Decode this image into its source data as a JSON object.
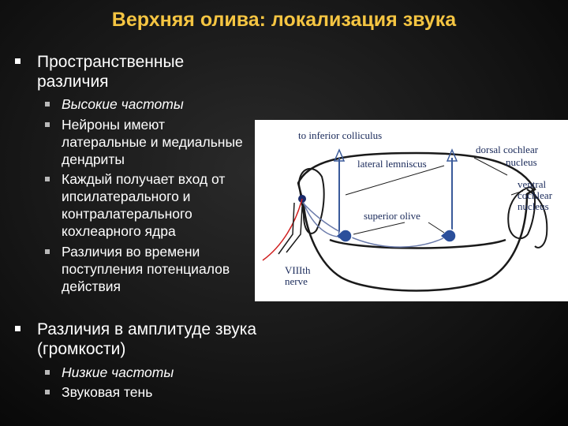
{
  "title": "Верхняя олива: локализация звука",
  "bullets": [
    {
      "text": "Пространственные различия",
      "subitems": [
        "Высокие частоты",
        "Нейроны имеют латеральные и медиальные дендриты",
        "Каждый получает вход от ипсилатерального и контралатерального кохлеарного ядра",
        "Различия во времени поступления потенциалов действия"
      ]
    },
    {
      "text": "Различия в амплитуде звука (громкости)",
      "subitems": [
        "Низкие частоты",
        "Звуковая тень"
      ]
    }
  ],
  "diagram": {
    "labels": {
      "inferior_colliculus": "to inferior colliculus",
      "lateral_lemniscus": "lateral lemniscus",
      "superior_olive": "superior olive",
      "dorsal_cochlear_1": "dorsal cochlear",
      "dorsal_cochlear_2": "nucleus",
      "ventral_cochlear_1": "ventral",
      "ventral_cochlear_2": "cochlear",
      "ventral_cochlear_3": "nucleus",
      "viiith_1": "VIIIth",
      "viiith_2": "nerve"
    }
  }
}
